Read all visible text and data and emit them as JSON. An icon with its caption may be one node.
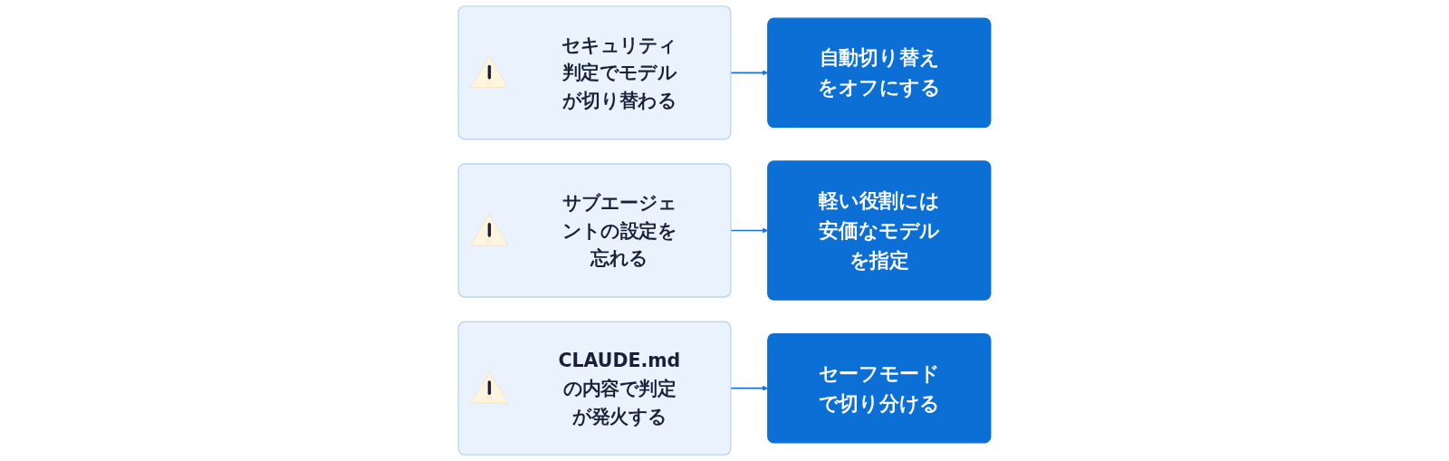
{
  "diagram": {
    "nodes": [
      {
        "text": [
          "セキュリティ判定でモデルが切り替わる"
        ]
      },
      {
        "text": [
          "自動切り替えをオフにする"
        ]
      },
      {
        "text": [
          "サブエージェントの設定を忘れる"
        ]
      },
      {
        "text": [
          "軽い役割には安価なモデルを指定"
        ]
      },
      {
        "text": [
          "CLAUDE.mdの内容で判定が発火する"
        ]
      },
      {
        "text": [
          "セーフモードで切り分ける"
        ]
      }
    ],
    "edges": [
      {
        "from": 0,
        "to": 1,
        "arrow": "to"
      },
      {
        "from": 2,
        "to": 3,
        "arrow": "to"
      },
      {
        "from": 4,
        "to": 5,
        "arrow": "to"
      }
    ]
  }
}
